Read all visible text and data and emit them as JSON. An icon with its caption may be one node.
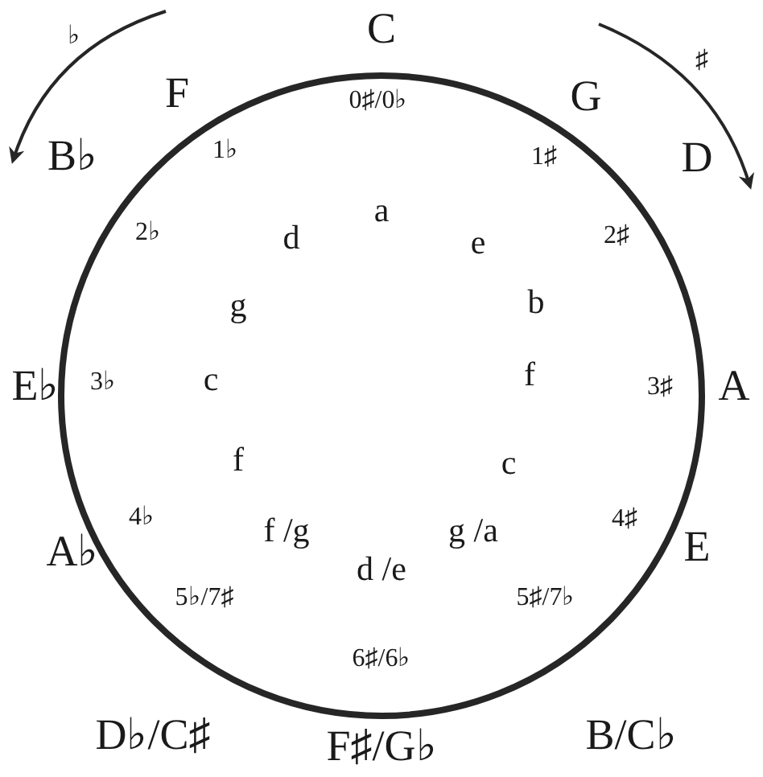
{
  "diagram": {
    "labels": [
      "C",
      "G",
      "D",
      "A",
      "E",
      "B/C♭",
      "F♯/G♭",
      "D♭/C♯",
      "A♭",
      "E♭",
      "B♭",
      "F",
      "0♯/0♭",
      "1♯",
      "2♯",
      "3♯",
      "4♯",
      "5♯/7♭",
      "6♯/6♭",
      "5♭/7♯",
      "4♭",
      "3♭",
      "2♭",
      "1♭",
      "a",
      "e",
      "b",
      "f",
      "c",
      "g /a",
      "d /e",
      "f /g",
      "f",
      "c",
      "g",
      "d",
      "♭",
      "♯"
    ]
  }
}
